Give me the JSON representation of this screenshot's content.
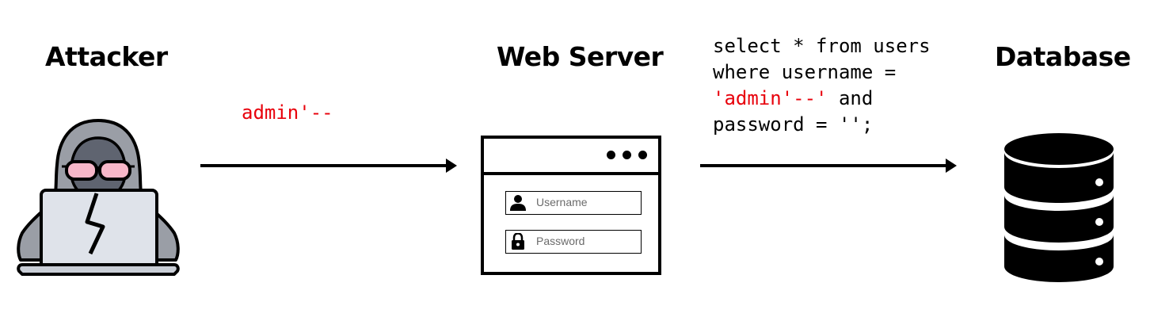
{
  "headings": {
    "attacker": "Attacker",
    "web_server": "Web Server",
    "database": "Database"
  },
  "payload": "admin'--",
  "query": {
    "line1": "select * from users",
    "line2": "where username =",
    "line3_quote_open": "'",
    "line3_injected": "admin'--",
    "line3_quote_close": "'",
    "line3_rest": " and",
    "line4": "password = '';"
  },
  "login_form": {
    "username_placeholder": "Username",
    "password_placeholder": "Password"
  },
  "icons": {
    "attacker": "hooded-hacker-laptop-icon",
    "database": "database-icon",
    "browser": "browser-window-icon",
    "user": "user-icon",
    "lock": "lock-icon"
  },
  "colors": {
    "injection": "#e8000b",
    "ink": "#000000"
  }
}
